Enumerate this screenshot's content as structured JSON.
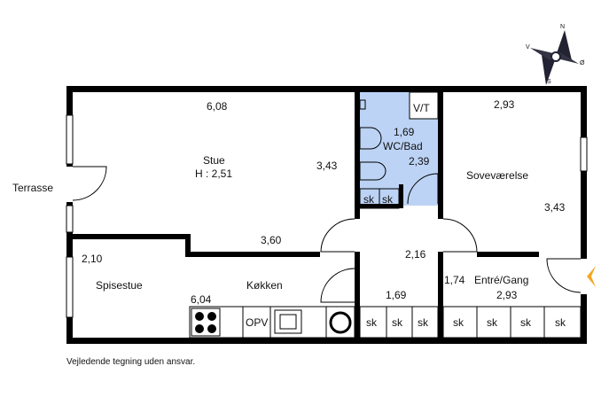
{
  "rooms": {
    "stue": {
      "name": "Stue",
      "height": "H : 2,51",
      "width": "6,08",
      "depth": "3,43",
      "inner": "3,60"
    },
    "wc": {
      "name": "WC/Bad",
      "area_a": "1,69",
      "area_b": "2,39",
      "vt": "V/T"
    },
    "sovevaerelse": {
      "name": "Soveværelse",
      "width": "2,93",
      "depth": "3,43"
    },
    "spisestue": {
      "name": "Spisestue",
      "dim": "2,10"
    },
    "kokken": {
      "name": "Køkken",
      "width": "6,04",
      "opv": "OPV"
    },
    "gang": {
      "dim_a": "2,16",
      "dim_b": "1,69"
    },
    "entre": {
      "name": "Entré/Gang",
      "dim_a": "1,74",
      "dim_b": "2,93"
    },
    "terrasse": {
      "name": "Terrasse"
    }
  },
  "storage_label": "sk",
  "compass": {
    "n": "N",
    "v": "V",
    "o": "Ø",
    "s": "S"
  },
  "disclaimer": "Vejledende tegning uden ansvar.",
  "colors": {
    "bathroom": "#bcd3f5",
    "entrance_arrow": "#f5a623"
  }
}
